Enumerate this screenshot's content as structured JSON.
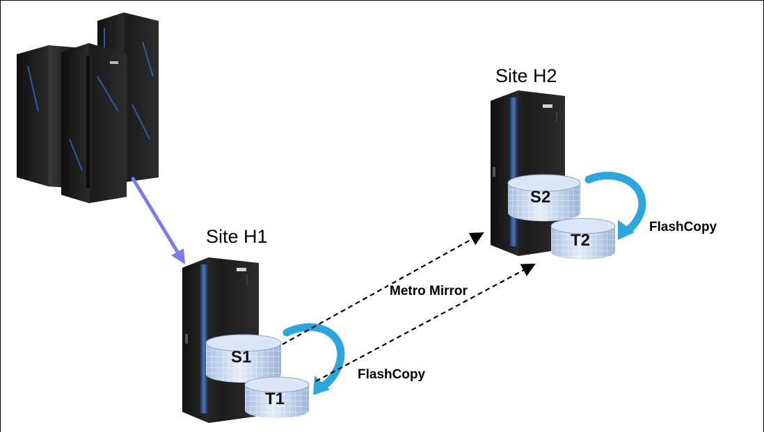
{
  "sites": {
    "h1": {
      "label": "Site H1"
    },
    "h2": {
      "label": "Site H2"
    }
  },
  "volumes": {
    "s1": "S1",
    "t1": "T1",
    "s2": "S2",
    "t2": "T2"
  },
  "links": {
    "metro_mirror": "Metro Mirror",
    "flashcopy_h1": "FlashCopy",
    "flashcopy_h2": "FlashCopy"
  },
  "colors": {
    "host_arrow": "#7b7bf0",
    "flashcopy_arrow": "#2aa7df",
    "cabinet_dark": "#1e1e1e",
    "cabinet_blue_strip": "#3b5f9a",
    "volume_fill": "#c9daf0"
  },
  "icons": {
    "mainframe": "mainframe-server-icon",
    "storage_h1": "storage-cabinet-icon",
    "storage_h2": "storage-cabinet-icon"
  }
}
